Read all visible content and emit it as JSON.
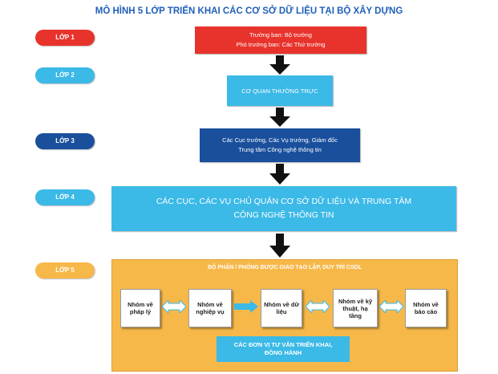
{
  "title": "MÔ HÌNH 5 LỚP TRIỂN KHAI CÁC CƠ SỞ DỮ LIỆU TẠI BỘ XÂY DỰNG",
  "layers": [
    {
      "label": "LỚP 1",
      "color": "#e8332c"
    },
    {
      "label": "LỚP 2",
      "color": "#3bb9e7"
    },
    {
      "label": "LỚP 3",
      "color": "#1a4f9c"
    },
    {
      "label": "LỚP 4",
      "color": "#3bb9e7"
    },
    {
      "label": "LỚP 5",
      "color": "#f7b84a"
    }
  ],
  "boxes": {
    "layer1_line1": "Trưởng ban: Bộ trưởng",
    "layer1_line2": "Phó trưởng ban: Các Thứ trưởng",
    "layer2": "CƠ QUAN THƯỜNG TRỰC",
    "layer3_line1": "Các Cục trưởng, Các Vụ trưởng, Giám đốc",
    "layer3_line2": "Trung tâm Công nghệ thông tin",
    "layer4_line1": "CÁC CỤC, CÁC VỤ CHỦ QUẢN CƠ SỞ DỮ LIỆU VÀ TRUNG TÂM",
    "layer4_line2": "CÔNG NGHỆ THÔNG TIN"
  },
  "layer5": {
    "group_label": "BỘ PHẬN / PHÒNG ĐƯỢC GIAO TẠO LẬP, DUY TRÌ CSDL",
    "teams": [
      "Nhóm về pháp lý",
      "Nhóm về nghiệp vụ",
      "Nhóm về dữ liệu",
      "Nhóm về kỹ thuật, hạ tầng",
      "Nhóm về báo cáo"
    ],
    "consultant": "CÁC ĐƠN VỊ TƯ VẤN TRIỂN KHAI, ĐỒNG HÀNH"
  }
}
